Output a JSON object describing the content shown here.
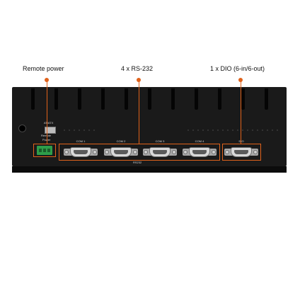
{
  "callouts": {
    "remote_power": "Remote power",
    "rs232": "4 x RS-232",
    "dio": "1 x DIO (6-in/6-out)"
  },
  "panel_labels": {
    "switch": "AT/ATX",
    "remote_line1": "Remote",
    "remote_line2": "Power",
    "rs_group": "RS232",
    "dio_port": "DIO"
  },
  "ports": [
    {
      "label": "COM 1"
    },
    {
      "label": "COM 2"
    },
    {
      "label": "COM 3"
    },
    {
      "label": "COM 4"
    }
  ],
  "colors": {
    "accent": "#e0621b",
    "chassis": "#1a1a1a",
    "terminal_block": "#2e9e4a"
  }
}
